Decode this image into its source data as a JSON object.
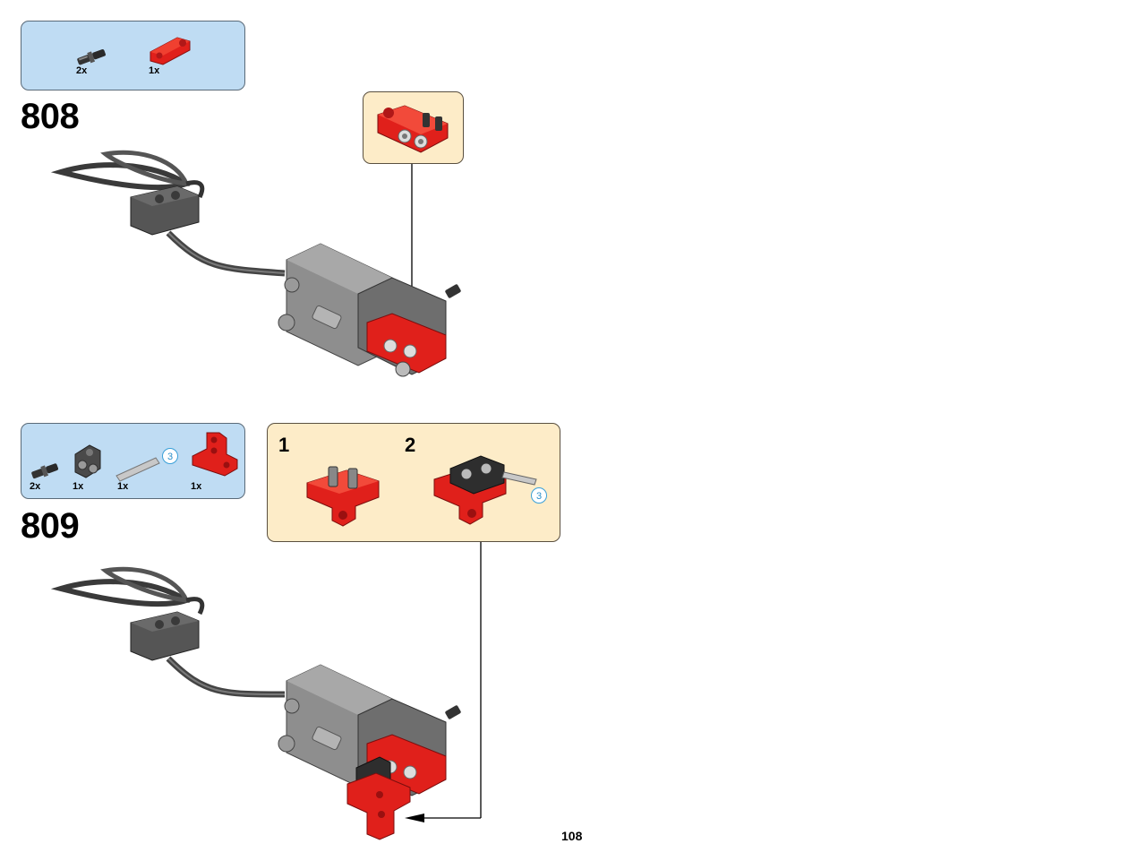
{
  "steps": [
    {
      "number": "808",
      "parts": [
        {
          "qty": "2x",
          "icon": "axle-pin-black-icon"
        },
        {
          "qty": "1x",
          "icon": "red-beam-connector-icon"
        }
      ],
      "callout": {
        "icon": "red-beam-with-pins-icon"
      }
    },
    {
      "number": "809",
      "parts": [
        {
          "qty": "2x",
          "icon": "axle-pin-black-icon"
        },
        {
          "qty": "1x",
          "icon": "dark-grey-connector-icon"
        },
        {
          "qty": "1x",
          "icon": "grey-axle-icon",
          "badge": "3"
        },
        {
          "qty": "1x",
          "icon": "red-l-beam-icon"
        }
      ],
      "callout": {
        "substeps": [
          {
            "label": "1"
          },
          {
            "label": "2",
            "badge": "3"
          }
        ]
      }
    }
  ],
  "page_number": "108",
  "colors": {
    "parts_bg": "#bfdcf3",
    "callout_bg": "#fdecc8",
    "brick_red": "#e0201b",
    "motor_grey": "#8e8e8e"
  }
}
